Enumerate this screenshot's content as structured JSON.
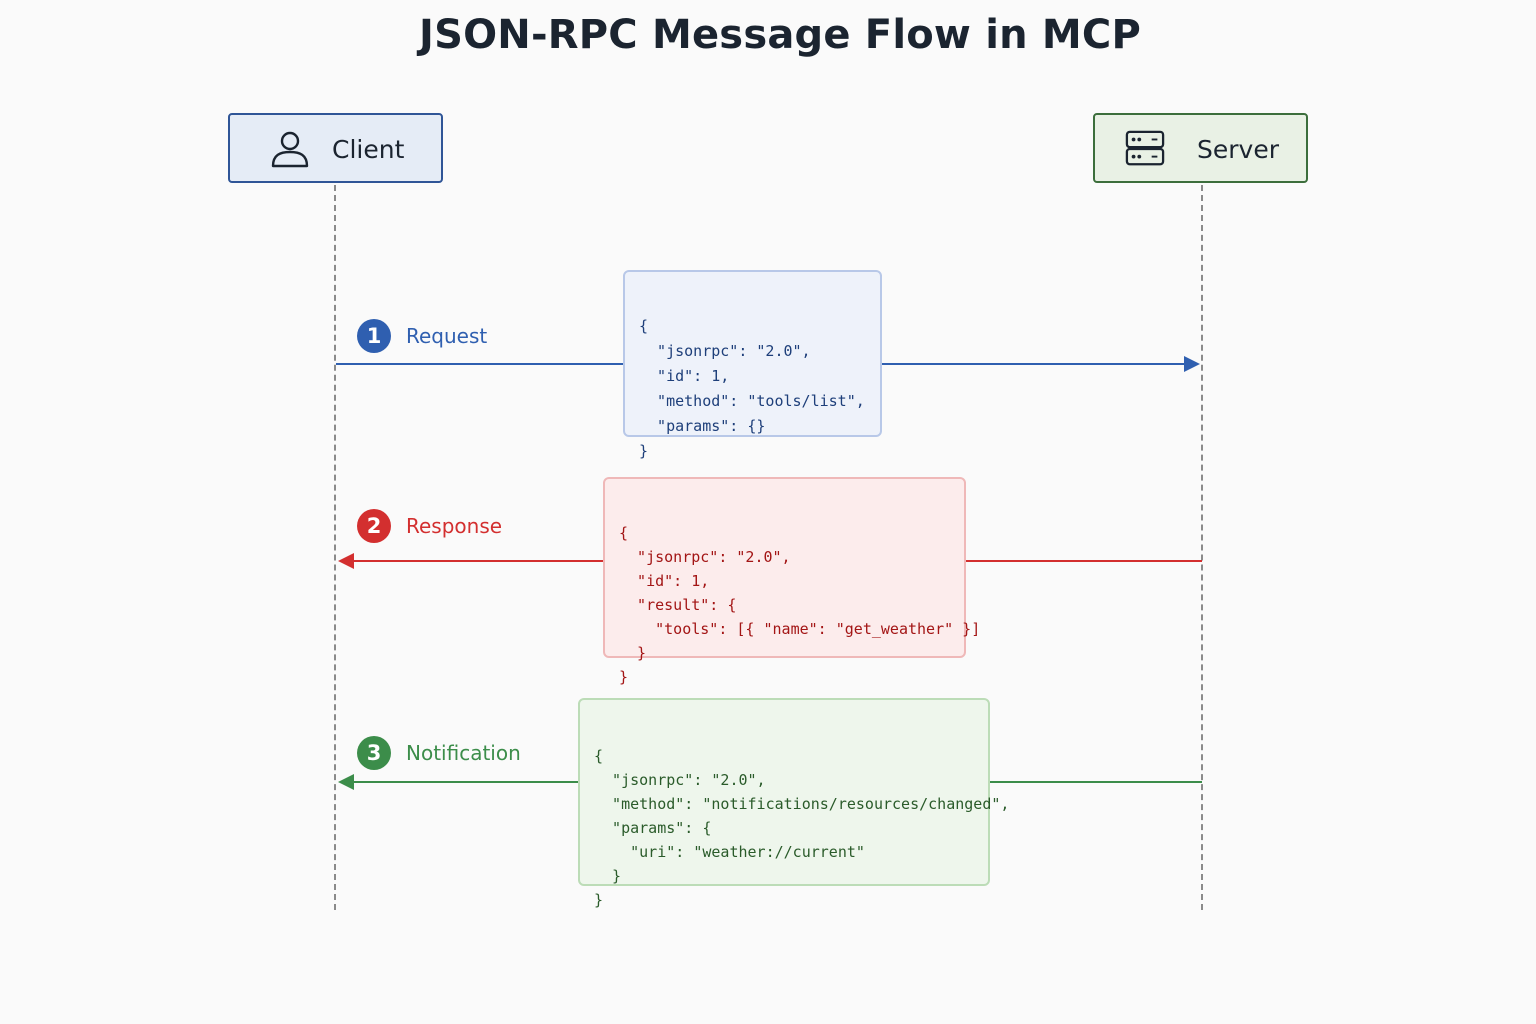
{
  "title": "JSON-RPC Message Flow in MCP",
  "actors": {
    "client": {
      "label": "Client",
      "icon": "user-icon",
      "color": "#2f5597",
      "fill": "#e5ecf6"
    },
    "server": {
      "label": "Server",
      "icon": "server-icon",
      "color": "#3c6e3c",
      "fill": "#e9f1e5"
    }
  },
  "messages": [
    {
      "number": "1",
      "label": "Request",
      "direction": "client-to-server",
      "color": "#2f5fb0",
      "lines": [
        "{",
        "  \"jsonrpc\": \"2.0\",",
        "  \"id\": 1,",
        "  \"method\": \"tools/list\",",
        "  \"params\": {}",
        "}"
      ]
    },
    {
      "number": "2",
      "label": "Response",
      "direction": "server-to-client",
      "color": "#d32f2f",
      "lines": [
        "{",
        "  \"jsonrpc\": \"2.0\",",
        "  \"id\": 1,",
        "  \"result\": {",
        "    \"tools\": [{ \"name\": \"get_weather\" }]",
        "  }",
        "}"
      ]
    },
    {
      "number": "3",
      "label": "Notification",
      "direction": "server-to-client",
      "color": "#3c8d4a",
      "lines": [
        "{",
        "  \"jsonrpc\": \"2.0\",",
        "  \"method\": \"notifications/resources/changed\",",
        "  \"params\": {",
        "    \"uri\": \"weather://current\"",
        "  }",
        "}"
      ]
    }
  ]
}
